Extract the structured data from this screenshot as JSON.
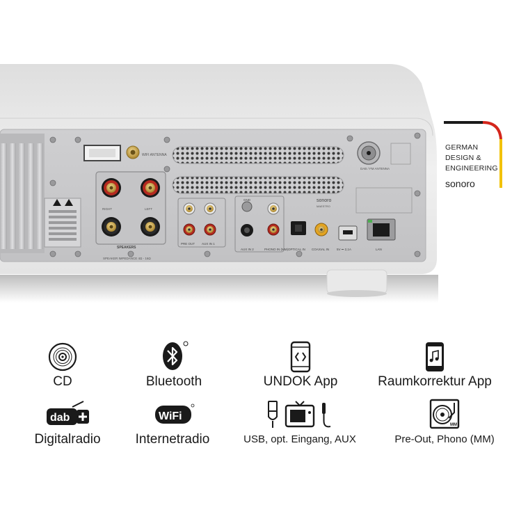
{
  "device": {
    "wifi_antenna_label": "WIFI ANTENNA",
    "dab_antenna_label": "DAB / FM ANTENNA",
    "speakers_label": "SPEAKERS",
    "impedance_label": "SPEAKER IMPEDANCE 4Ω - 16Ω",
    "preout_label": "PRE OUT",
    "auxin1_label": "AUX IN 1",
    "auxin2_label": "AUX IN 2",
    "phono_label": "PHONO IN (MM)",
    "optical_label": "OPTICAL IN",
    "coaxial_label": "COAXIAL IN",
    "usb_label": "5V ⎓ 2,1A",
    "lan_label": "LAN",
    "gnd_label": "GND",
    "right_label": "RIGHT",
    "left_label": "LEFT",
    "device_brand": "sonoro",
    "device_model": "MAESTRO",
    "colors": {
      "body": "#e9e9e9",
      "panel": "#c9c9cb",
      "grill": "#3a3a3a",
      "gold": "#c9a54a",
      "red_ring": "#b42a1f"
    }
  },
  "badge": {
    "line1": "GERMAN",
    "line2": "DESIGN &",
    "line3": "ENGINEERING",
    "brand": "sonoro",
    "flag_colors": [
      "#1a1a1a",
      "#d4261c",
      "#f2c200"
    ]
  },
  "features": [
    {
      "label": "CD",
      "icon": "cd-icon"
    },
    {
      "label": "Bluetooth",
      "icon": "bluetooth-icon"
    },
    {
      "label": "UNDOK App",
      "icon": "undok-app-icon"
    },
    {
      "label": "Raumkorrektur App",
      "icon": "room-correction-app-icon"
    },
    {
      "label": "Digitalradio",
      "icon": "dab-plus-icon"
    },
    {
      "label": "Internetradio",
      "icon": "wifi-icon"
    },
    {
      "label": "USB, opt. Eingang, AUX",
      "icon": "usb-optical-aux-icon"
    },
    {
      "label": "Pre-Out, Phono (MM)",
      "icon": "turntable-icon"
    }
  ],
  "icon_text": {
    "dab": "dab",
    "wifi": "WiFi"
  }
}
